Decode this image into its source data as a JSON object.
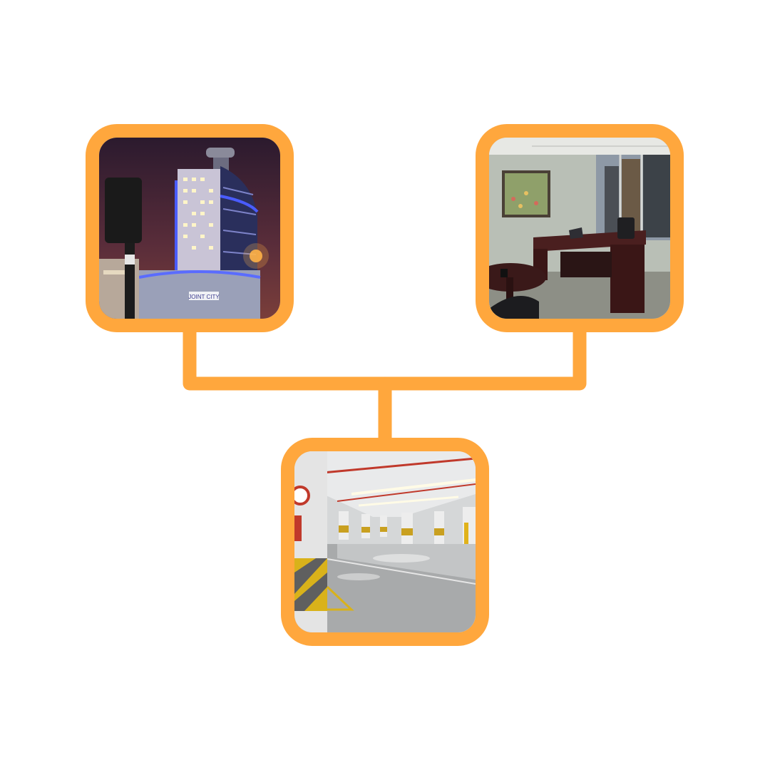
{
  "theme": {
    "accent": "#FFA73D",
    "background": "#FFFFFF"
  },
  "nodes": [
    {
      "id": "building",
      "icon": "night-city-building-photo",
      "sign_text": "JOINT CITY"
    },
    {
      "id": "office",
      "icon": "office-interior-photo"
    },
    {
      "id": "garage",
      "icon": "underground-parking-photo"
    }
  ],
  "connectors": [
    {
      "from": "building",
      "to": "garage"
    },
    {
      "from": "office",
      "to": "garage"
    }
  ]
}
